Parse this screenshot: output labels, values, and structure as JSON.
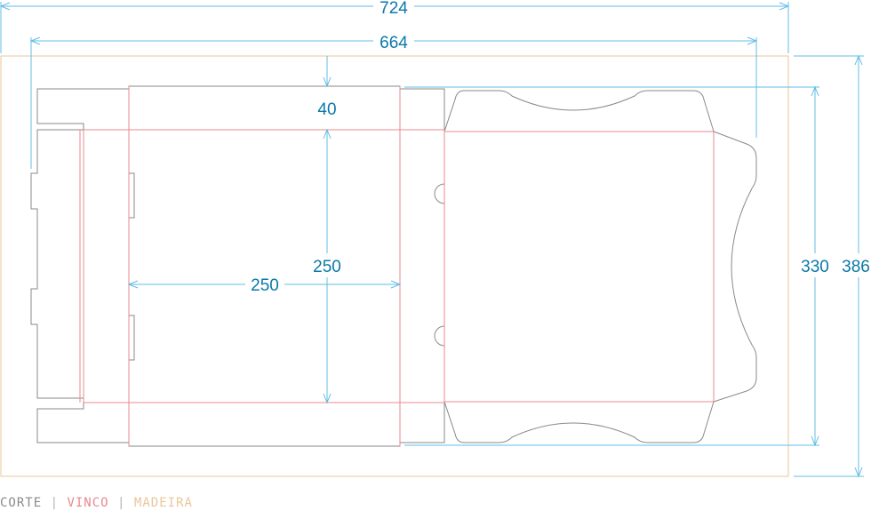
{
  "colors": {
    "corte": "#8a8a8a",
    "vinco": "#e8898f",
    "madeira": "#e9c79a",
    "dimension": "#63bde6",
    "dimension_text": "#0b78a8"
  },
  "dimensions": {
    "overall_width": "724",
    "inner_width": "664",
    "flap_height": "40",
    "panel_height": "250",
    "panel_width": "250",
    "body_height": "330",
    "overall_height": "386"
  },
  "legend": {
    "corte": "CORTE",
    "separator_1": " | ",
    "vinco": "VINCO",
    "separator_2": " | ",
    "madeira": "MADEIRA"
  }
}
